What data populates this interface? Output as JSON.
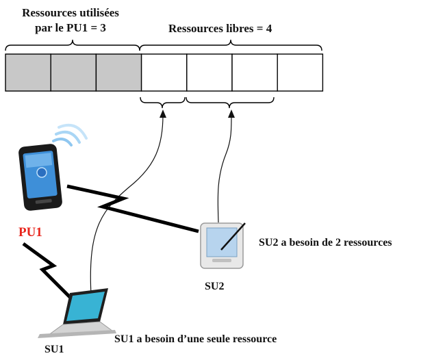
{
  "labels": {
    "used_line1": "Ressources utilisées",
    "used_line2": "par le PU1 = 3",
    "free": "Ressources libres = 4",
    "pu1": "PU1",
    "su2": "SU2",
    "su2_need": "SU2 a besoin de 2 ressources",
    "su1": "SU1",
    "su1_need": "SU1 a besoin d’une seule ressource"
  },
  "resources": {
    "total": 7,
    "used": 3,
    "free": 4,
    "used_color": "#c8c8c8",
    "free_color": "#ffffff"
  },
  "colors": {
    "pu1_label": "#e8251c",
    "link": "#000000"
  },
  "icons": {
    "pu1": "smartphone-icon",
    "su2": "tablet-icon",
    "su1": "laptop-icon"
  }
}
